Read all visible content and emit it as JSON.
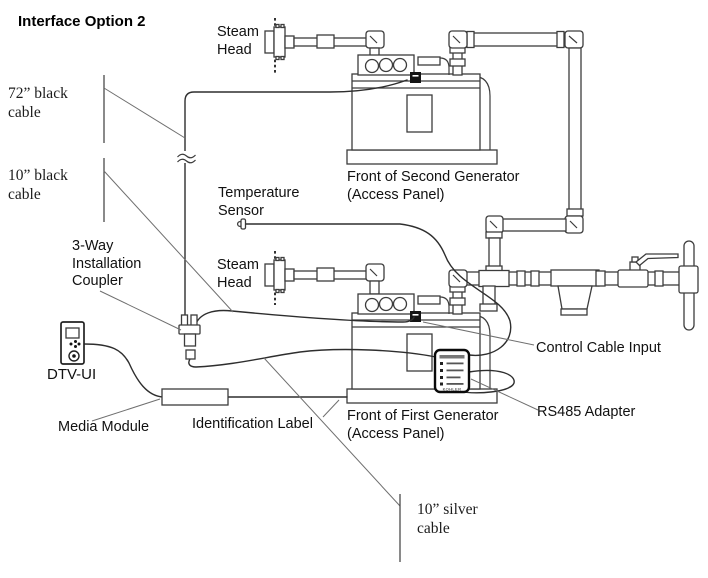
{
  "title": "Interface Option 2",
  "diagram": {
    "labels": {
      "steam_head_top": "Steam Head",
      "steam_head_bottom": "Steam Head",
      "cable_72_black": "72” black cable",
      "cable_10_black": "10” black cable",
      "cable_10_silver": "10” silver cable",
      "temperature_sensor": "Temperature Sensor",
      "coupler": "3-Way Installation Coupler",
      "dtv_ui": "DTV-UI",
      "media_module": "Media Module",
      "identification_label": "Identification Label",
      "second_generator": "Front of Second Generator (Access Panel)",
      "first_generator": "Front of First Generator (Access Panel)",
      "control_cable_input": "Control Cable Input",
      "rs485_adapter": "RS485 Adapter",
      "adapter_brand": "KOHLER"
    },
    "colors": {
      "line": "#3c3c3c",
      "cable": "#2e2e2e",
      "text": "#111111",
      "background": "#ffffff",
      "connector_fill": "#141414"
    }
  }
}
